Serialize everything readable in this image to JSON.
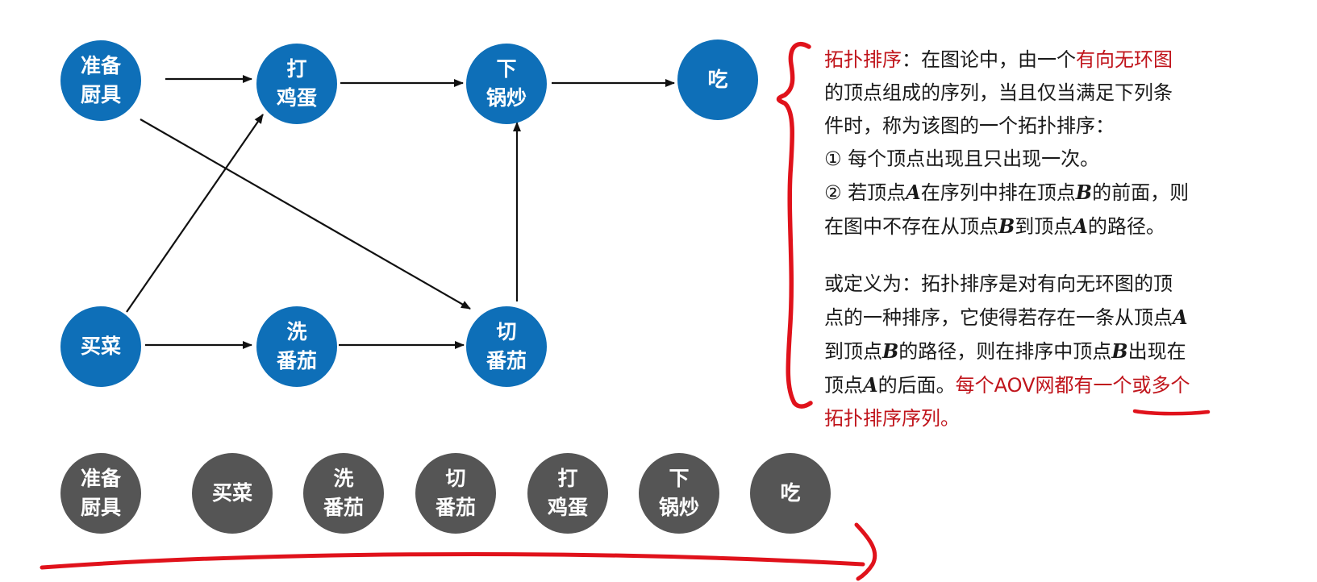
{
  "graph": {
    "nodes": [
      {
        "id": "prep",
        "label": "准备\n厨具"
      },
      {
        "id": "egg",
        "label": "打\n鸡蛋"
      },
      {
        "id": "fry",
        "label": "下\n锅炒"
      },
      {
        "id": "eat",
        "label": "吃"
      },
      {
        "id": "buy",
        "label": "买菜"
      },
      {
        "id": "wash",
        "label": "洗\n番茄"
      },
      {
        "id": "cut",
        "label": "切\n番茄"
      }
    ],
    "edges": [
      {
        "from": "prep",
        "to": "egg"
      },
      {
        "from": "egg",
        "to": "fry"
      },
      {
        "from": "fry",
        "to": "eat"
      },
      {
        "from": "prep",
        "to": "cut"
      },
      {
        "from": "buy",
        "to": "egg"
      },
      {
        "from": "buy",
        "to": "wash"
      },
      {
        "from": "wash",
        "to": "cut"
      },
      {
        "from": "cut",
        "to": "fry"
      }
    ]
  },
  "sequence": [
    {
      "label": "准备\n厨具"
    },
    {
      "label": "买菜"
    },
    {
      "label": "洗\n番茄"
    },
    {
      "label": "切\n番茄"
    },
    {
      "label": "打\n鸡蛋"
    },
    {
      "label": "下\n锅炒"
    },
    {
      "label": "吃"
    }
  ],
  "definition": {
    "line1": {
      "term": "拓扑排序",
      "mid": "：在图论中，由一个",
      "emph": "有向无环图"
    },
    "line2": "的顶点组成的序列，当且仅当满足下列条",
    "line3": "件时，称为该图的一个拓扑排序：",
    "line4": "① 每个顶点出现且只出现一次。",
    "line5": {
      "a": "② 若顶点",
      "v1": "A",
      "b": "在序列中排在顶点",
      "v2": "B",
      "c": "的前面，则"
    },
    "line6": {
      "a": "在图中不存在从顶点",
      "v1": "B",
      "b": "到顶点",
      "v2": "A",
      "c": "的路径。"
    }
  },
  "alt_definition": {
    "line1": "或定义为：拓扑排序是对有向无环图的顶",
    "line2": {
      "a": "点的一种排序，它使得若存在一条从顶点",
      "v1": "A"
    },
    "line3": {
      "a": "到顶点",
      "v1": "B",
      "b": "的路径，则在排序中顶点",
      "v2": "B",
      "c": "出现在"
    },
    "line4": {
      "a": "顶点",
      "v1": "A",
      "b": "的后面。",
      "emph": "每个AOV网都有一个或多个"
    },
    "line5": "拓扑排序序列。"
  },
  "colors": {
    "node_blue": "#0e6fb8",
    "node_gray": "#555555",
    "annotation_red": "#e0121b",
    "emphasis_red": "#c0141b"
  }
}
